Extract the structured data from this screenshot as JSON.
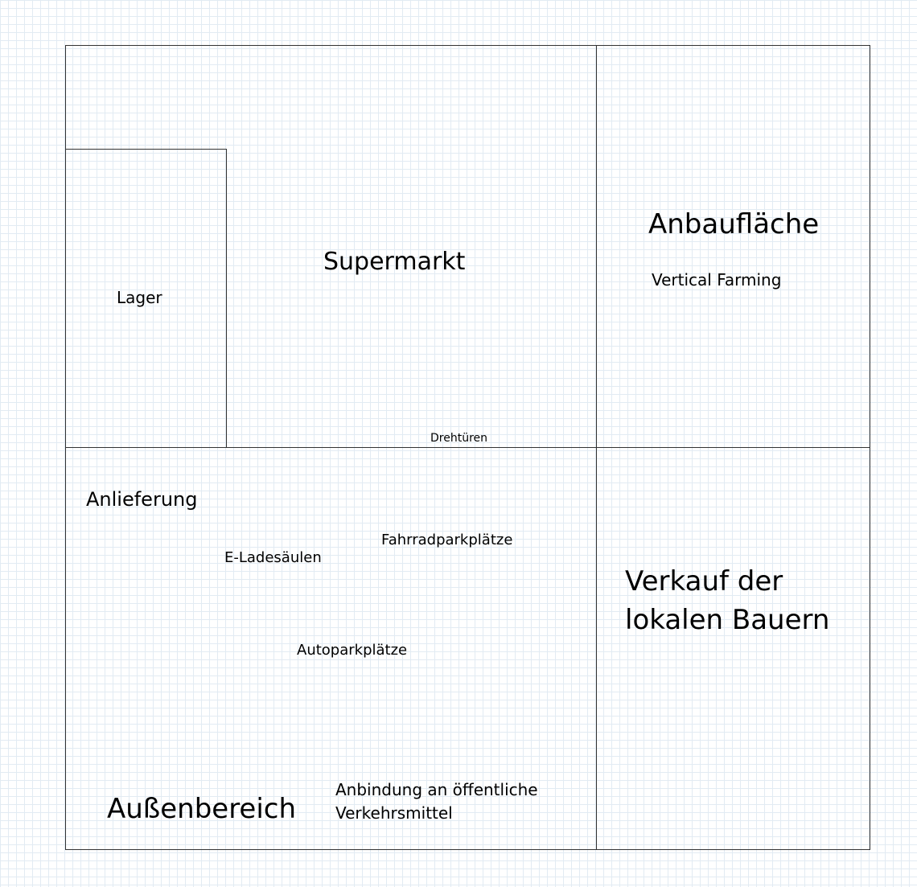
{
  "diagram": {
    "areas": {
      "supermarkt": "Supermarkt",
      "lager": "Lager",
      "anbauflaeche": "Anbaufläche",
      "vertical_farming": "Vertical Farming",
      "drehtueren": "Drehtüren",
      "anlieferung": "Anlieferung",
      "e_ladesaeulen": "E-Ladesäulen",
      "fahrradparkplaetze": "Fahrradparkplätze",
      "autoparkplaetze": "Autoparkplätze",
      "verkauf_line1": "Verkauf der",
      "verkauf_line2": "lokalen Bauern",
      "aussenbereich": "Außenbereich",
      "anbindung_line1": "Anbindung an öffentliche",
      "anbindung_line2": "Verkehrsmittel"
    }
  }
}
